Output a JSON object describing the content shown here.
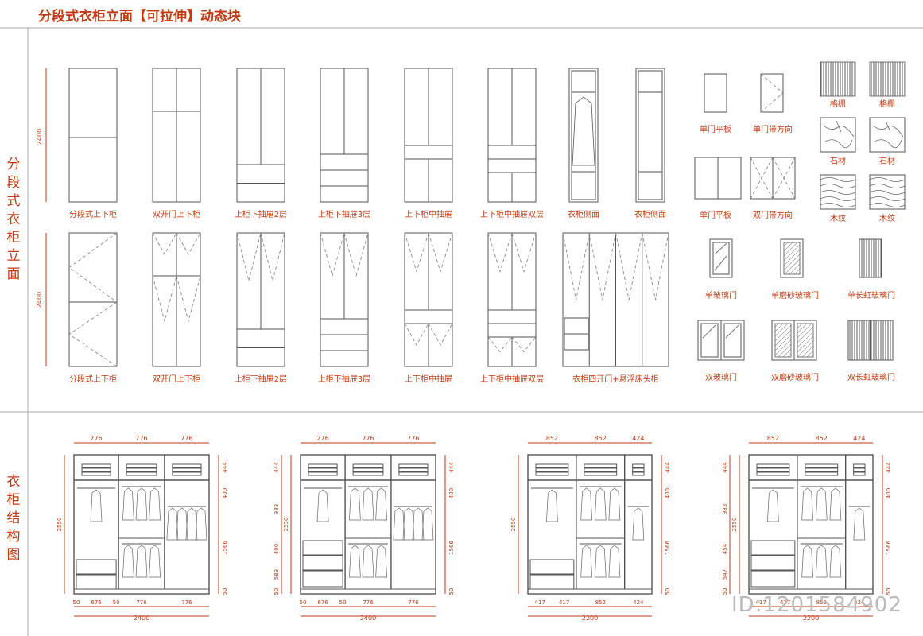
{
  "page": {
    "title": "分段式衣柜立面【可拉伸】动态块",
    "section1_label": "分段式衣柜立面",
    "section2_label": "衣柜结构图",
    "watermark_id": "ID:1201584902"
  },
  "row1": {
    "dim": "2400",
    "labels": [
      "分段式上下柜",
      "双开门上下柜",
      "上柜下抽屉2层",
      "上柜下抽屉3层",
      "上下柜中抽屉",
      "上下柜中抽屉双层",
      "衣柜侧面",
      "衣柜侧面"
    ]
  },
  "row2": {
    "dim": "2400",
    "labels": [
      "分段式上下柜",
      "双开门上下柜",
      "上柜下抽屉2层",
      "上柜下抽屉3层",
      "上下柜中抽屉",
      "上下柜中抽屉双层",
      "衣柜四开门+悬浮床头柜"
    ]
  },
  "doors": {
    "labels": [
      "单门平板",
      "单门带方向",
      "单门平板",
      "双门带方向"
    ]
  },
  "materials": {
    "labels": [
      "格栅",
      "格栅",
      "石材",
      "石材",
      "木纹",
      "木纹"
    ]
  },
  "glass": {
    "labels": [
      "单玻璃门",
      "单磨砂玻璃门",
      "单长虹玻璃门",
      "双玻璃门",
      "双磨砂玻璃门",
      "双长虹玻璃门"
    ]
  },
  "structure": {
    "top_dims": [
      [
        "776",
        "776",
        "776"
      ],
      [
        "276",
        "776",
        "776"
      ],
      [
        "852",
        "852",
        "424"
      ],
      [
        "852",
        "852",
        "424"
      ]
    ],
    "bottom_dims": [
      [
        "50",
        "676",
        "50",
        "776",
        "776"
      ],
      [
        "50",
        "676",
        "50",
        "776",
        "776"
      ],
      [
        "417",
        "417",
        "852",
        "424"
      ],
      [
        "417",
        "417",
        "852",
        "424"
      ]
    ],
    "totals": [
      "2400",
      "2400",
      "2200",
      "2200"
    ],
    "heights": [
      "2550",
      "2550",
      "2550",
      "2550"
    ],
    "right_dims": [
      [
        "444",
        "400",
        "1566",
        "50"
      ],
      [
        "444",
        "400",
        "1566",
        "50"
      ],
      [
        "444",
        "400",
        "1566",
        "50"
      ],
      [
        "444",
        "400",
        "1566",
        "50"
      ]
    ],
    "left_dims": [
      [],
      [
        "444",
        "983",
        "400",
        "583",
        "50"
      ],
      [],
      [
        "444",
        "983",
        "454",
        "547",
        "50"
      ]
    ]
  },
  "colors": {
    "accent": "#c23a14",
    "line": "#555555",
    "dashed": "#888888"
  }
}
